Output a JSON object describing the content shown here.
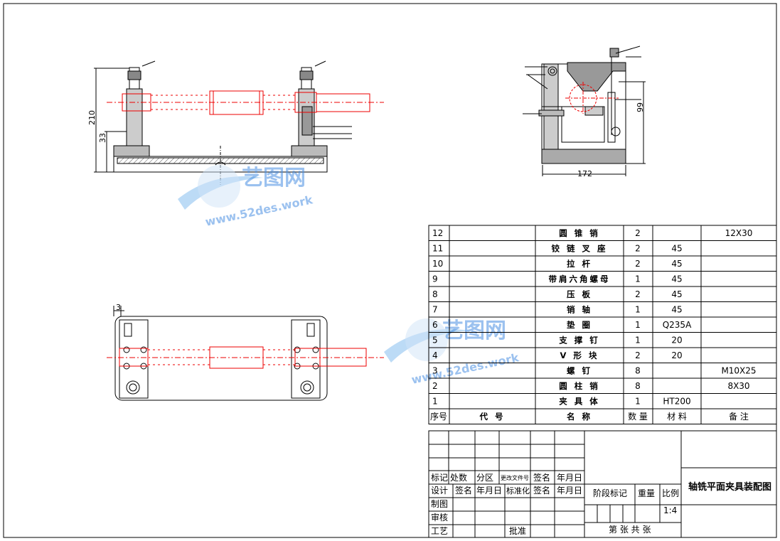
{
  "parts": [
    {
      "no": "12",
      "code": "",
      "name": "圆 锥 销",
      "qty": "2",
      "material": "",
      "note": "12X30"
    },
    {
      "no": "11",
      "code": "",
      "name": "铰 链 叉 座",
      "qty": "2",
      "material": "45",
      "note": ""
    },
    {
      "no": "10",
      "code": "",
      "name": "拉 杆",
      "qty": "2",
      "material": "45",
      "note": ""
    },
    {
      "no": "9",
      "code": "",
      "name": "带肩六角螺母",
      "qty": "1",
      "material": "45",
      "note": ""
    },
    {
      "no": "8",
      "code": "",
      "name": "压 板",
      "qty": "2",
      "material": "45",
      "note": ""
    },
    {
      "no": "7",
      "code": "",
      "name": "销 轴",
      "qty": "1",
      "material": "45",
      "note": ""
    },
    {
      "no": "6",
      "code": "",
      "name": "垫 圈",
      "qty": "1",
      "material": "Q235A",
      "note": ""
    },
    {
      "no": "5",
      "code": "",
      "name": "支 撑 钉",
      "qty": "1",
      "material": "20",
      "note": ""
    },
    {
      "no": "4",
      "code": "",
      "name": "V 形 块",
      "qty": "2",
      "material": "20",
      "note": ""
    },
    {
      "no": "3",
      "code": "",
      "name": "螺 钉",
      "qty": "8",
      "material": "",
      "note": "M10X25"
    },
    {
      "no": "2",
      "code": "",
      "name": "圆 柱 销",
      "qty": "8",
      "material": "",
      "note": "8X30"
    },
    {
      "no": "1",
      "code": "",
      "name": "夹 具 体",
      "qty": "1",
      "material": "HT200",
      "note": ""
    }
  ],
  "bom_header": {
    "no": "序号",
    "code": "代 号",
    "name": "名 称",
    "qty": "数 量",
    "material": "材 料",
    "note": "备 注"
  },
  "title_block": {
    "mark": "标记",
    "count": "处数",
    "zone": "分区",
    "change_doc": "更改文件号",
    "sign": "签名",
    "date": "年月日",
    "design": "设计",
    "sign2": "签名",
    "date2": "年月日",
    "std": "标准化",
    "sign3": "签名",
    "date3": "年月日",
    "draw": "制图",
    "check": "审核",
    "craft": "工艺",
    "approve": "批准",
    "stage": "阶段标记",
    "weight": "重量",
    "scale_label": "比例",
    "scale": "1:4",
    "sheet_info": "第 张   共 张",
    "drawing_title": "轴铣平面夹具装配图"
  },
  "dimensions": {
    "height_total": "210",
    "height_low": "33",
    "width_side": "172",
    "height_side": "99",
    "offset_top": "3"
  },
  "watermark": {
    "brand": "艺图网",
    "url": "www.52des.work"
  }
}
